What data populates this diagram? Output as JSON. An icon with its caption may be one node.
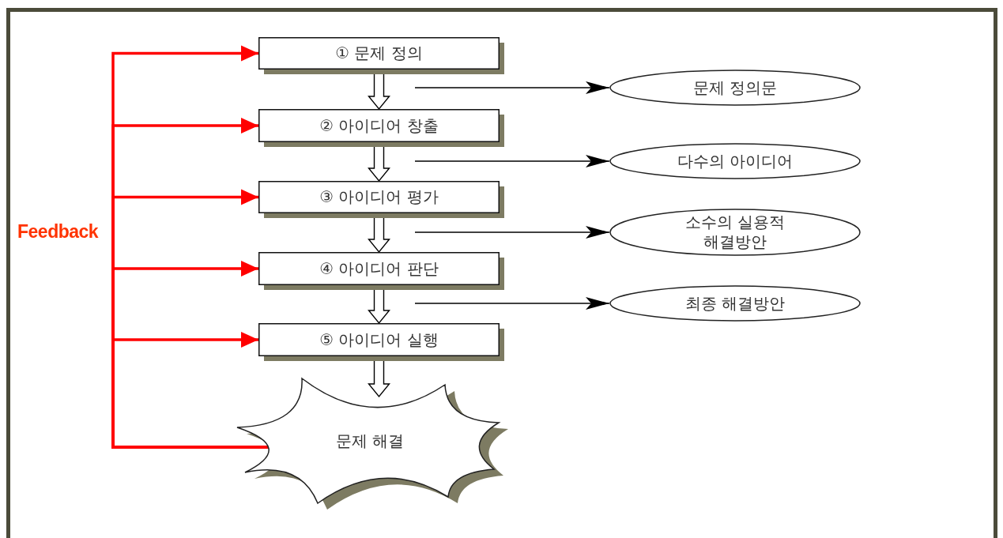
{
  "diagram": {
    "nodes": [
      {
        "text": [
          "① 문제 정의"
        ]
      },
      {
        "text": [
          "② 아이디어 창출"
        ]
      },
      {
        "text": [
          "③ 아이디어 평가"
        ]
      },
      {
        "text": [
          "④ 아이디어 판단"
        ]
      },
      {
        "text": [
          "⑤ 아이디어 실행"
        ]
      },
      {
        "text": [
          "문제 해결"
        ]
      },
      {
        "text": [
          "문제 정의문"
        ]
      },
      {
        "text": [
          "다수의 아이디어"
        ]
      },
      {
        "text": [
          "소수의 실용적 해결방안"
        ]
      },
      {
        "text": [
          "최종 해결방안"
        ]
      }
    ],
    "edges": [
      {
        "from": 0,
        "to": 1,
        "arrow": "to"
      },
      {
        "from": 1,
        "to": 2,
        "arrow": "to"
      },
      {
        "from": 2,
        "to": 3,
        "arrow": "to"
      },
      {
        "from": 3,
        "to": 4,
        "arrow": "to"
      },
      {
        "from": 4,
        "to": 5,
        "arrow": "to"
      },
      {
        "from": null,
        "to": 6,
        "arrow": "to",
        "color": "#000000"
      },
      {
        "from": null,
        "to": 7,
        "arrow": "to",
        "color": "#000000"
      },
      {
        "from": null,
        "to": 8,
        "arrow": "to",
        "color": "#000000"
      },
      {
        "from": null,
        "to": 9,
        "arrow": "to",
        "color": "#000000"
      },
      {
        "from": 5,
        "to": 0,
        "arrow": "to",
        "color": "#ff0000"
      },
      {
        "from": 5,
        "to": 1,
        "arrow": "to",
        "color": "#ff0000"
      },
      {
        "from": 5,
        "to": 2,
        "arrow": "to",
        "color": "#ff0000"
      },
      {
        "from": 5,
        "to": 3,
        "arrow": "to",
        "color": "#ff0000"
      },
      {
        "from": 5,
        "to": 4,
        "arrow": "to",
        "color": "#ff0000"
      }
    ],
    "labels": [
      "Feedback"
    ]
  }
}
